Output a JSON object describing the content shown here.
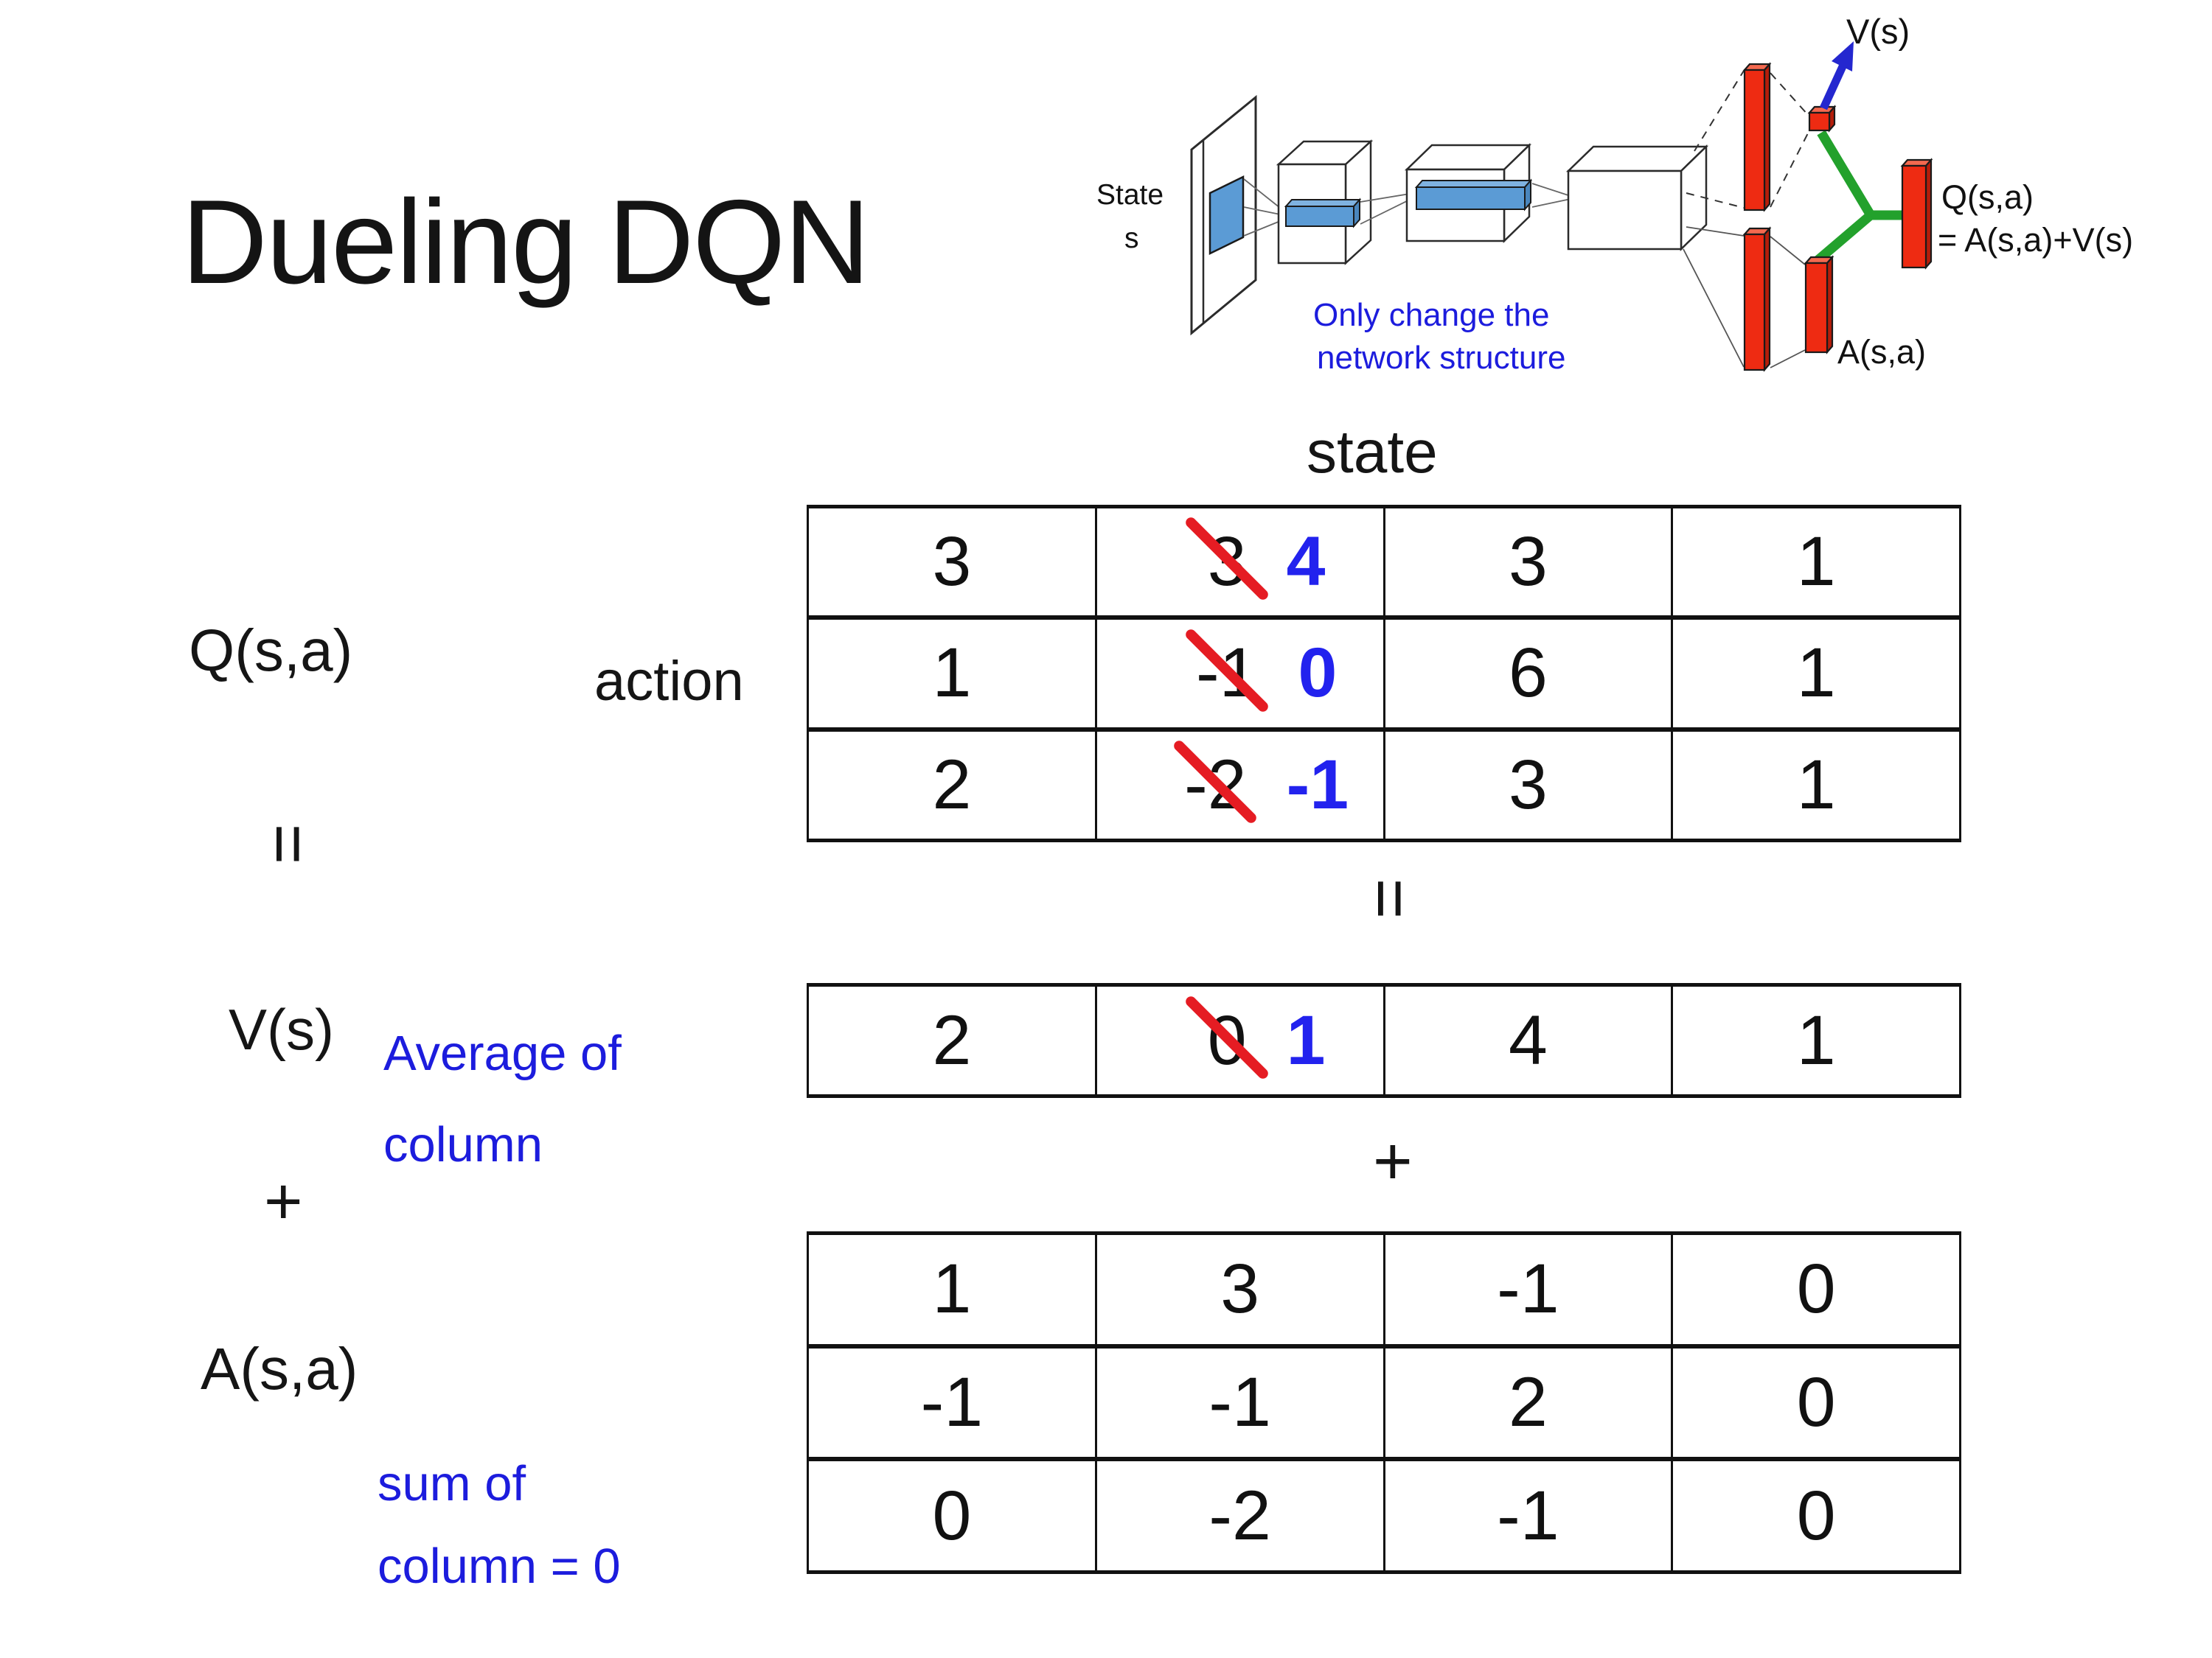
{
  "slide": {
    "title": "Dueling DQN"
  },
  "diagram": {
    "state_line1": "State",
    "state_line2": "s",
    "note_line1": "Only change the",
    "note_line2": "network structure",
    "v_out": "V(s)",
    "q_out_line1": "Q(s,a)",
    "q_out_line2": "= A(s,a)+V(s)",
    "a_out": "A(s,a)"
  },
  "equation": {
    "q_label": "Q(s,a)",
    "v_label": "V(s)",
    "a_label": "A(s,a)",
    "equals": "=",
    "plus": "+",
    "avg_line1": "Average of",
    "avg_line2": "column",
    "sum_line1": "sum of",
    "sum_line2": "column = 0",
    "action": "action",
    "state": "state"
  },
  "q_table": {
    "rows": [
      [
        {
          "v": "3"
        },
        {
          "v": "3",
          "nv": "4"
        },
        {
          "v": "3"
        },
        {
          "v": "1"
        }
      ],
      [
        {
          "v": "1"
        },
        {
          "v": "-1",
          "nv": "0"
        },
        {
          "v": "6"
        },
        {
          "v": "1"
        }
      ],
      [
        {
          "v": "2"
        },
        {
          "v": "-2",
          "nv": "-1"
        },
        {
          "v": "3"
        },
        {
          "v": "1"
        }
      ]
    ]
  },
  "v_table": {
    "rows": [
      [
        {
          "v": "2"
        },
        {
          "v": "0",
          "nv": "1"
        },
        {
          "v": "4"
        },
        {
          "v": "1"
        }
      ]
    ]
  },
  "a_table": {
    "rows": [
      [
        {
          "v": "1"
        },
        {
          "v": "3"
        },
        {
          "v": "-1"
        },
        {
          "v": "0"
        }
      ],
      [
        {
          "v": "-1"
        },
        {
          "v": "-1"
        },
        {
          "v": "2"
        },
        {
          "v": "0"
        }
      ],
      [
        {
          "v": "0"
        },
        {
          "v": "-2"
        },
        {
          "v": "-1"
        },
        {
          "v": "0"
        }
      ]
    ]
  },
  "colors": {
    "ink": "#111111",
    "note_blue": "#1c1cdd",
    "number_blue": "#2222ee",
    "strike_red": "#e51c23",
    "bar_red": "#ee2b12",
    "bar_red_dark": "#b51d0a",
    "bar_red_light": "#f4694f",
    "green": "#23a12c",
    "arrow_blue": "#2427cf",
    "conv_blue": "#5b9bd5"
  }
}
